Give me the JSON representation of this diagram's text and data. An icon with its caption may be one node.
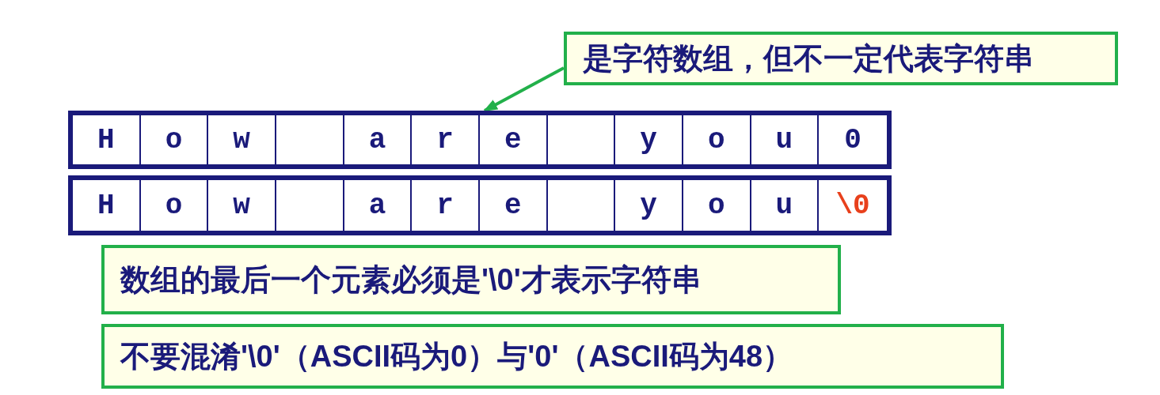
{
  "diagram": {
    "nodes": [
      {
        "text": [
          "是字符数组，但不一定代表字符串"
        ]
      },
      {
        "text": [],
        "shape": "bar"
      },
      {
        "text": [
          "H"
        ],
        "in": 1
      },
      {
        "text": [
          "o"
        ],
        "in": 1
      },
      {
        "text": [
          "w"
        ],
        "in": 1
      },
      {
        "text": [],
        "shape": "box",
        "in": 1
      },
      {
        "text": [
          "a"
        ],
        "in": 1
      },
      {
        "text": [
          "r"
        ],
        "in": 1
      },
      {
        "text": [
          "e"
        ],
        "in": 1
      },
      {
        "text": [],
        "shape": "box",
        "in": 1
      },
      {
        "text": [
          "y"
        ],
        "in": 1
      },
      {
        "text": [
          "o"
        ],
        "in": 1
      },
      {
        "text": [
          "u"
        ],
        "in": 1
      },
      {
        "text": [
          "0"
        ],
        "in": 1
      },
      {
        "text": [],
        "shape": "bar"
      },
      {
        "text": [
          "H"
        ],
        "in": 14
      },
      {
        "text": [
          "o"
        ],
        "in": 14
      },
      {
        "text": [
          "w"
        ],
        "in": 14
      },
      {
        "text": [],
        "shape": "box",
        "in": 14
      },
      {
        "text": [
          "a"
        ],
        "in": 14
      },
      {
        "text": [
          "r"
        ],
        "in": 14
      },
      {
        "text": [
          "e"
        ],
        "in": 14
      },
      {
        "text": [],
        "shape": "box",
        "in": 14
      },
      {
        "text": [
          "y"
        ],
        "in": 14
      },
      {
        "text": [
          "o"
        ],
        "in": 14
      },
      {
        "text": [
          "u"
        ],
        "in": 14
      },
      {
        "text": [
          "\\0"
        ],
        "in": 14
      },
      {
        "text": [
          "数组的最后一个元素必须是'\\0'才表示字符串"
        ]
      },
      {
        "text": [
          "不要混淆'\\0'（ASCII码为0）与'0'（ASCII码为48）"
        ]
      }
    ],
    "edges": [
      {
        "from": 0,
        "to": 1,
        "arrow": "to",
        "color": "#22b04a"
      }
    ]
  }
}
